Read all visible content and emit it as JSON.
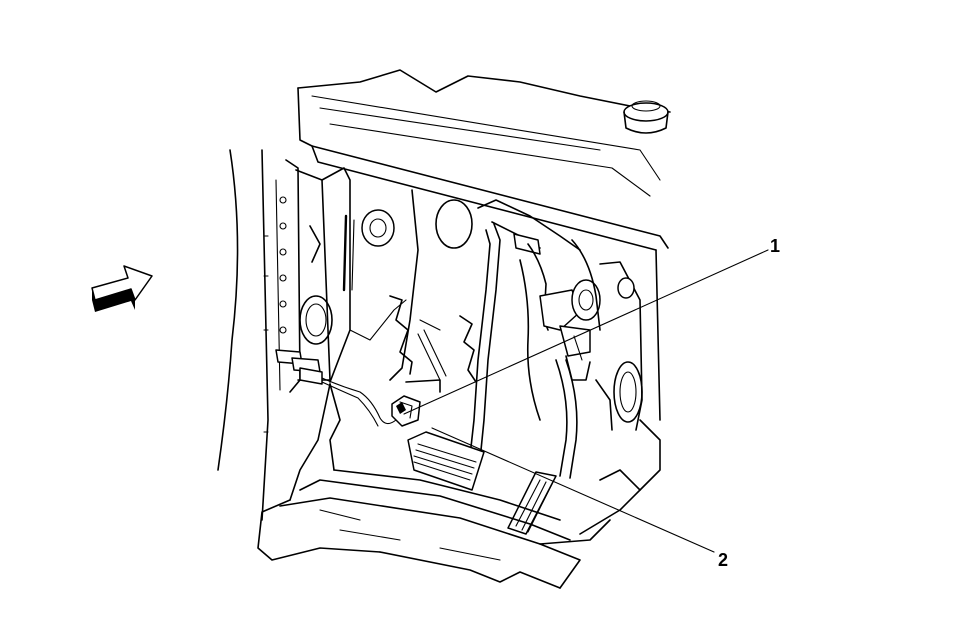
{
  "callouts": [
    {
      "id": "1",
      "label": "1"
    },
    {
      "id": "2",
      "label": "2"
    }
  ],
  "colors": {
    "ink": "#000000",
    "paper": "#ffffff"
  },
  "icons": {
    "direction": "forward-view-arrow-icon"
  }
}
